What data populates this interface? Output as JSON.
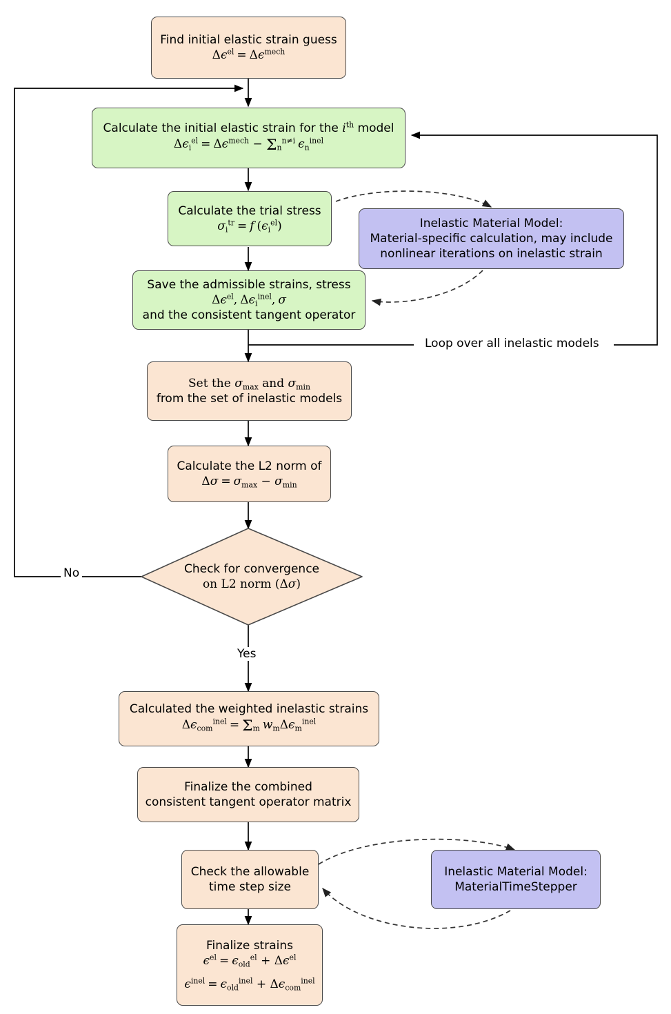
{
  "diagram": {
    "title": "Inelastic strain combination algorithm flowchart",
    "colors": {
      "tan": "#fbe5d2",
      "green": "#d7f5c4",
      "purple": "#c3c1f2",
      "stroke": "#4a4a4a",
      "edge": "#000000",
      "dashed_edge": "#333333"
    }
  },
  "nodes": {
    "initial_guess": {
      "fill": "tan",
      "line1": "Find initial elastic strain guess",
      "line2_plain": "Δϵ^el = Δϵ^mech"
    },
    "initial_elastic_strain": {
      "fill": "green",
      "line1a": "Calculate the initial elastic strain for the ",
      "line1b": "i",
      "line1c": "th",
      "line1d": " model",
      "line2_plain": "Δϵ_i^el = Δϵ^mech − Σ_n^{n≠i} ϵ_n^inel"
    },
    "trial_stress": {
      "fill": "green",
      "line1": "Calculate the trial stress",
      "line2_plain": "σ_i^tr = f ( ϵ_i^el )"
    },
    "inelastic_model_calc": {
      "fill": "purple",
      "line1": "Inelastic Material Model:",
      "line2": "Material-specific calculation, may include",
      "line3": "nonlinear iterations on inelastic strain"
    },
    "save_admissible": {
      "fill": "green",
      "line1": "Save the admissible strains, stress",
      "line2_plain": "Δϵ^el , Δϵ_i^inel , σ",
      "line3": "and the consistent tangent operator"
    },
    "set_sigma_minmax": {
      "fill": "tan",
      "line1_plain": "Set the σ_max and σ_min",
      "line2": "from the set of inelastic models"
    },
    "l2_norm": {
      "fill": "tan",
      "line1": "Calculate the L2 norm of",
      "line2_plain": "Δσ = σ_max − σ_min"
    },
    "convergence_check": {
      "fill": "tan",
      "shape": "diamond",
      "line1": "Check for convergence",
      "line2_plain": "on L2 norm (Δσ)"
    },
    "weighted_inelastic": {
      "fill": "tan",
      "line1": "Calculated the weighted inelastic strains",
      "line2_plain": "Δϵ_com^inel = Σ_m w_m Δϵ_m^inel"
    },
    "finalize_tangent": {
      "fill": "tan",
      "line1": "Finalize the combined",
      "line2": "consistent tangent operator matrix"
    },
    "time_step_check": {
      "fill": "tan",
      "line1": "Check the allowable",
      "line2": "time step size"
    },
    "material_time_stepper": {
      "fill": "purple",
      "line1": "Inelastic Material Model:",
      "line2": "MaterialTimeStepper"
    },
    "finalize_strains": {
      "fill": "tan",
      "line1": "Finalize strains",
      "line2_plain": "ϵ^el = ϵ_old^el + Δϵ^el",
      "line3_plain": "ϵ^inel = ϵ_old^inel + Δϵ_com^inel"
    }
  },
  "edge_labels": {
    "loop_inelastic": "Loop over all inelastic models",
    "no": "No",
    "yes": "Yes"
  }
}
